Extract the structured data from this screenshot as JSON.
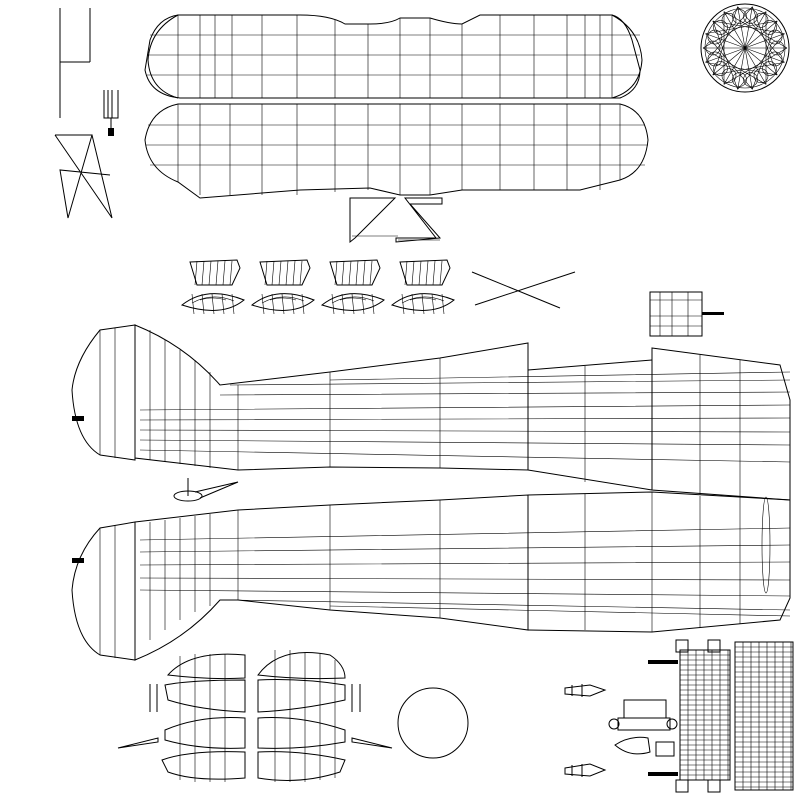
{
  "sheet": {
    "background": "#ffffff",
    "line_color": "#000000",
    "description_text": ""
  },
  "parts": [
    {
      "name": "upper-wing"
    },
    {
      "name": "lower-wing"
    },
    {
      "name": "engine-radial-disc"
    },
    {
      "name": "strut-pieces"
    },
    {
      "name": "cabane-struts"
    },
    {
      "name": "wheel-fairings"
    },
    {
      "name": "fuselage-top-half"
    },
    {
      "name": "fuselage-bottom-half"
    },
    {
      "name": "tail-surfaces"
    },
    {
      "name": "wheel-disc"
    },
    {
      "name": "small-fittings"
    }
  ]
}
